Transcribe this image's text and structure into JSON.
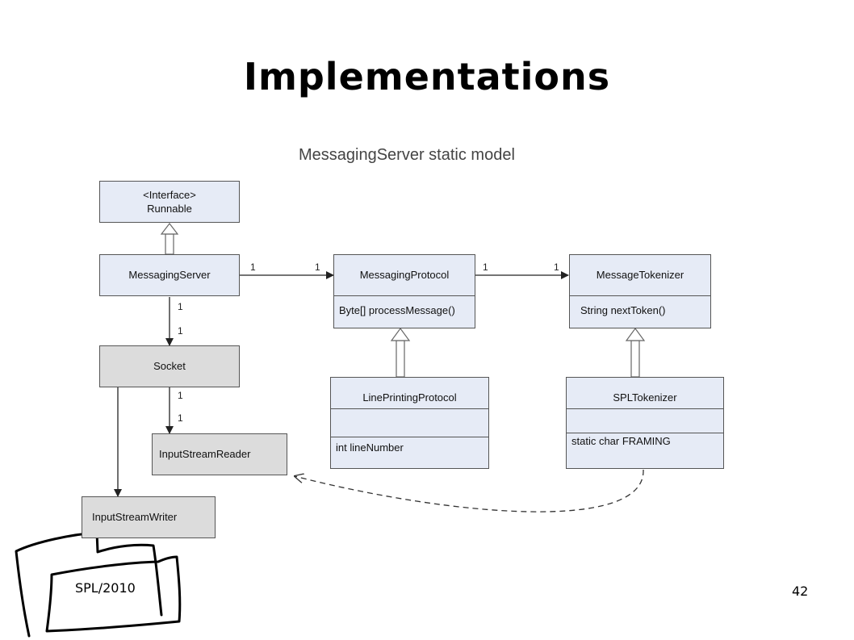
{
  "slide": {
    "title": "Implementations",
    "footer": "SPL/2010",
    "page_number": "42"
  },
  "diagram": {
    "title": "MessagingServer static model",
    "runnable": {
      "stereotype": "<Interface>",
      "name": "Runnable"
    },
    "messaging_server": {
      "name": "MessagingServer"
    },
    "socket": {
      "name": "Socket"
    },
    "input_stream_reader": {
      "name": "InputStreamReader"
    },
    "input_stream_writer": {
      "name": "InputStreamWriter"
    },
    "messaging_protocol": {
      "name": "MessagingProtocol",
      "method": "Byte[] processMessage()"
    },
    "message_tokenizer": {
      "name": "MessageTokenizer",
      "method": "String nextToken()"
    },
    "line_printing_protocol": {
      "name": "LinePrintingProtocol",
      "attribute": "int lineNumber"
    },
    "spl_tokenizer": {
      "name": "SPLTokenizer",
      "attribute": "static char FRAMING"
    },
    "multiplicities": {
      "server_to_protocol_src": "1",
      "server_to_protocol_dst": "1",
      "protocol_to_tokenizer_src": "1",
      "protocol_to_tokenizer_dst": "1",
      "server_to_socket_src": "1",
      "server_to_socket_dst": "1",
      "socket_to_reader_src": "1",
      "socket_to_reader_dst": "1"
    }
  }
}
